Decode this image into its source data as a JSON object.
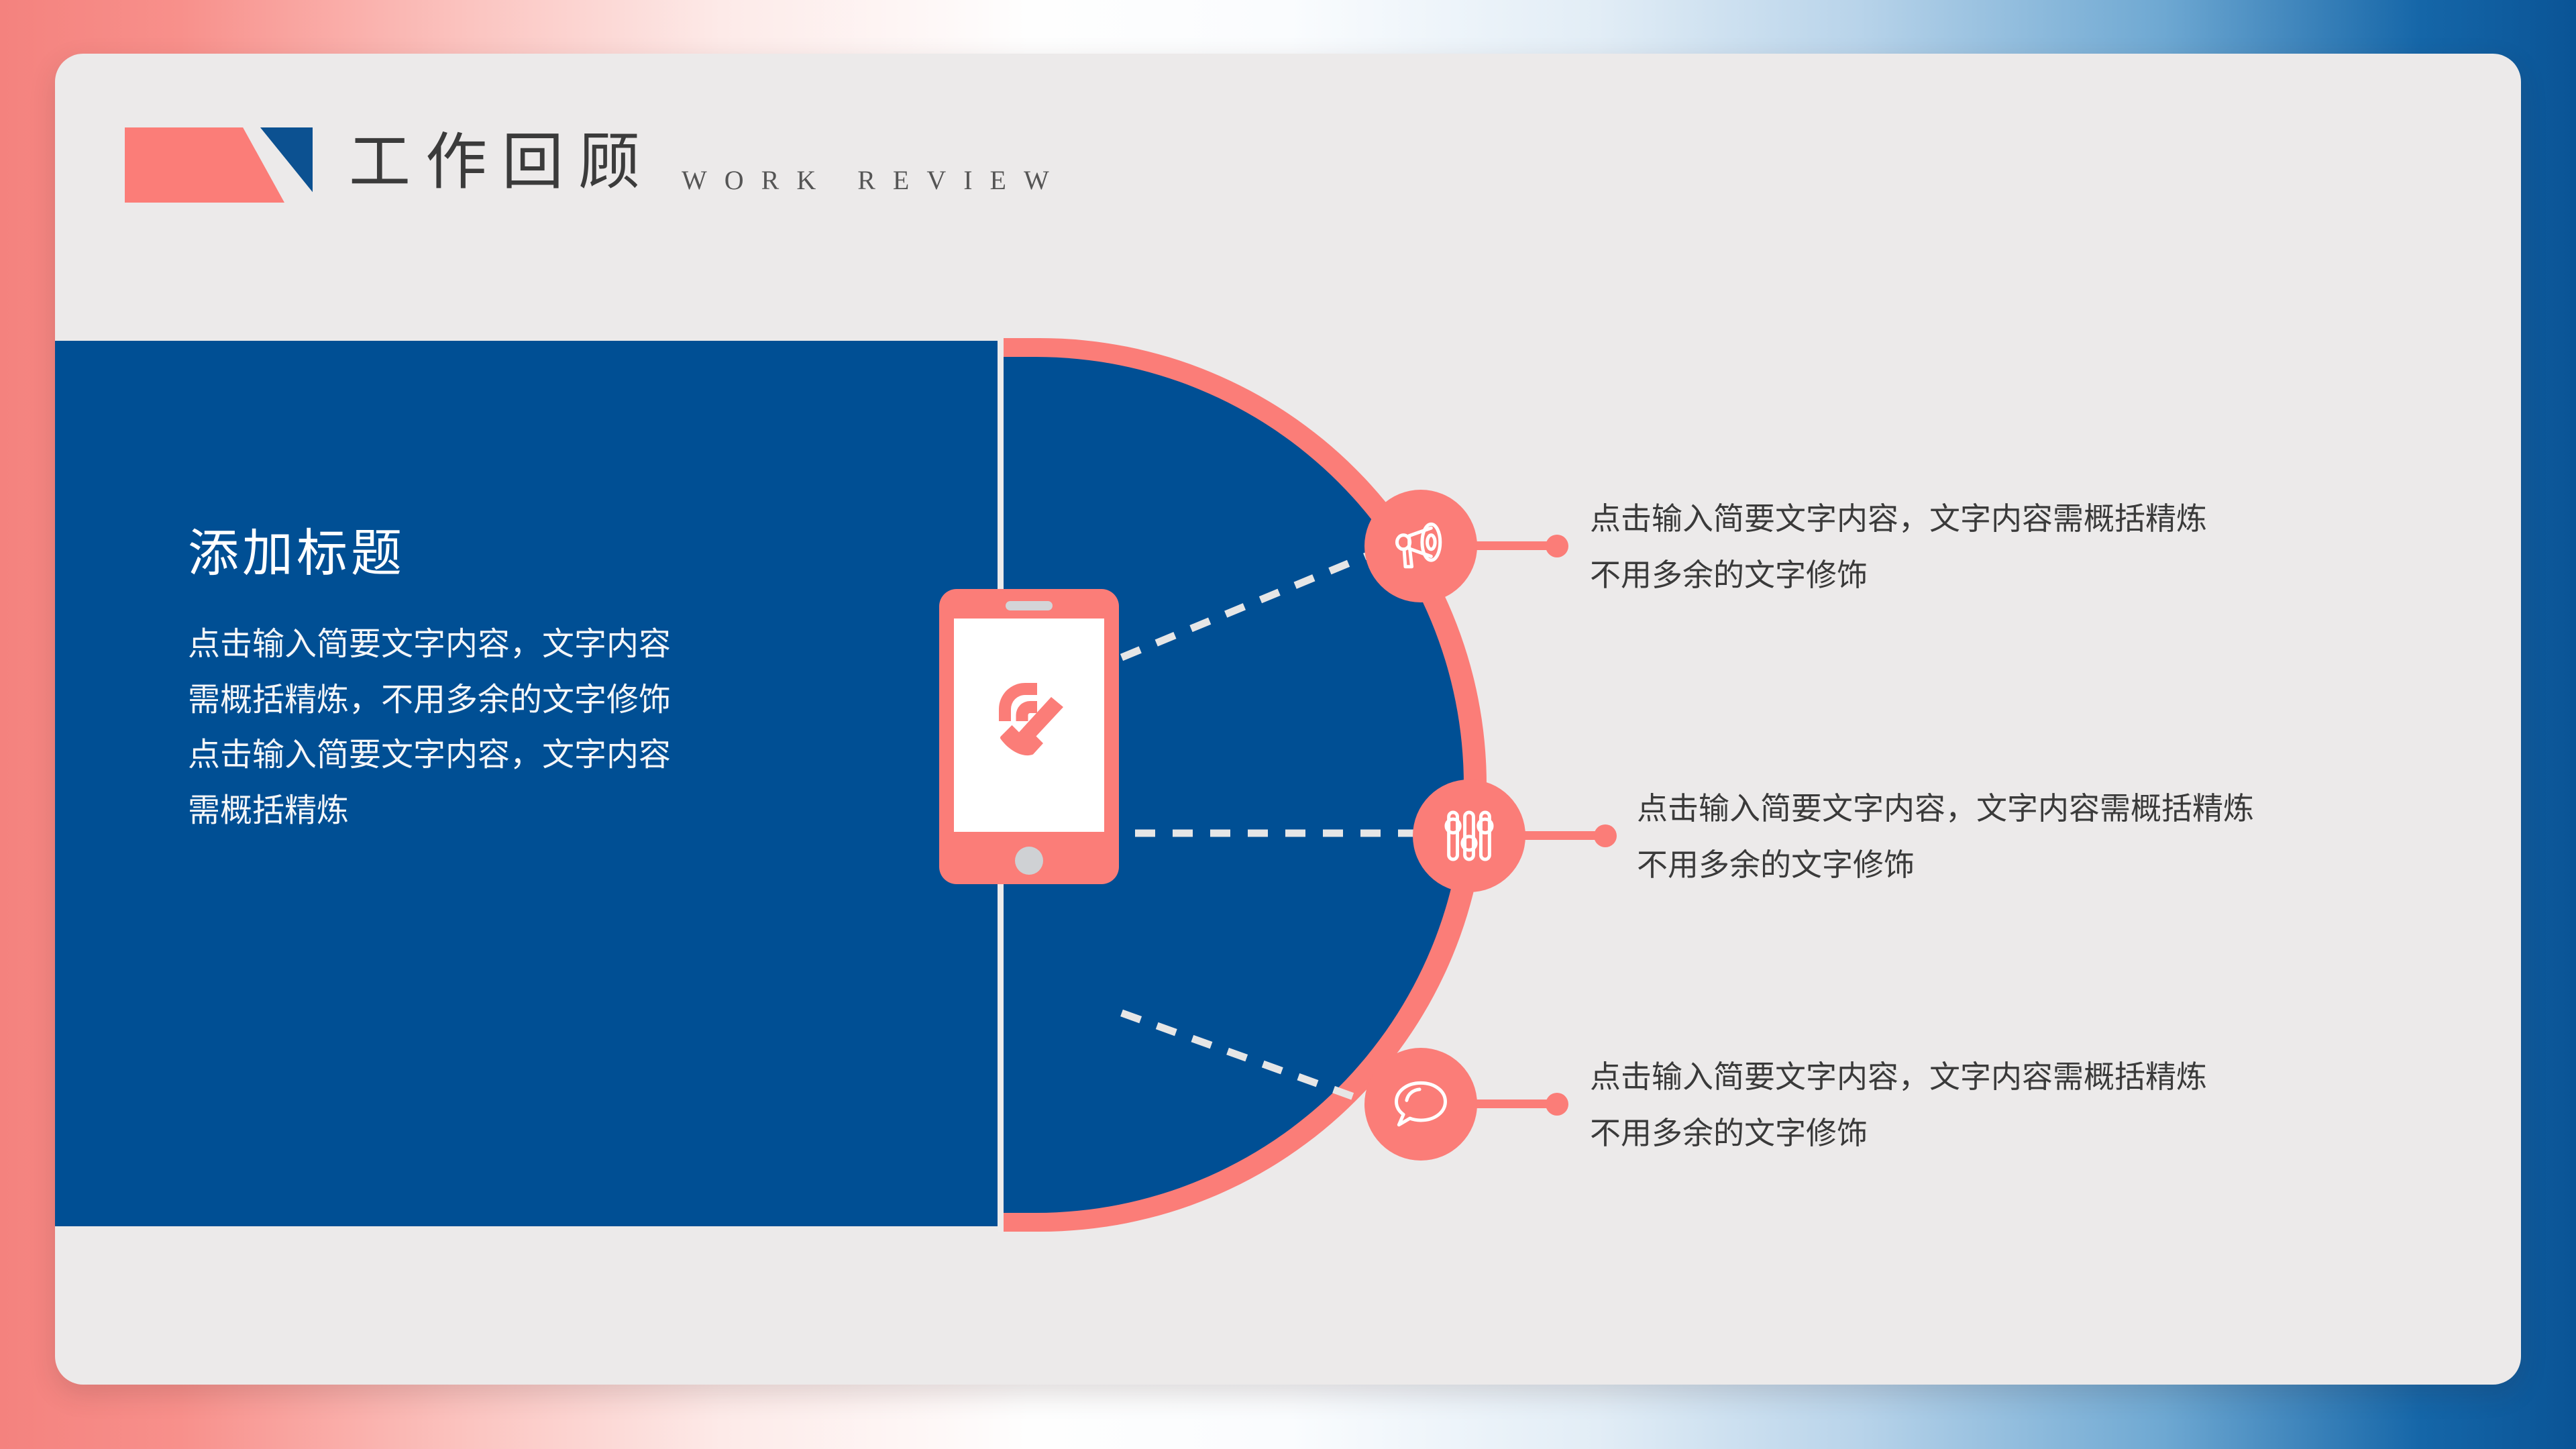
{
  "header": {
    "title_cn": "工作回顾",
    "title_en": "WORK REVIEW",
    "logo_icon": "flag-slab-icon"
  },
  "colors": {
    "coral": "#FB7D78",
    "blue": "#004F94",
    "card_bg": "#ECEAEA",
    "text_dark": "#3A3A3A",
    "text_light": "#FFFFFF"
  },
  "left_panel": {
    "title": "添加标题",
    "body_lines": [
      "点击输入简要文字内容，文字内容",
      "需概括精炼，不用多余的文字修饰",
      "点击输入简要文字内容，文字内容",
      "需概括精炼"
    ]
  },
  "center_graphic": {
    "device": "smartphone",
    "screen_icon": "incoming-call-icon"
  },
  "items": [
    {
      "icon": "megaphone-icon",
      "lines": [
        "点击输入简要文字内容，文字内容需概括精炼",
        "不用多余的文字修饰"
      ]
    },
    {
      "icon": "sliders-icon",
      "lines": [
        "点击输入简要文字内容，文字内容需概括精炼",
        "不用多余的文字修饰"
      ]
    },
    {
      "icon": "chat-bubble-icon",
      "lines": [
        "点击输入简要文字内容，文字内容需概括精炼",
        "不用多余的文字修饰"
      ]
    }
  ]
}
